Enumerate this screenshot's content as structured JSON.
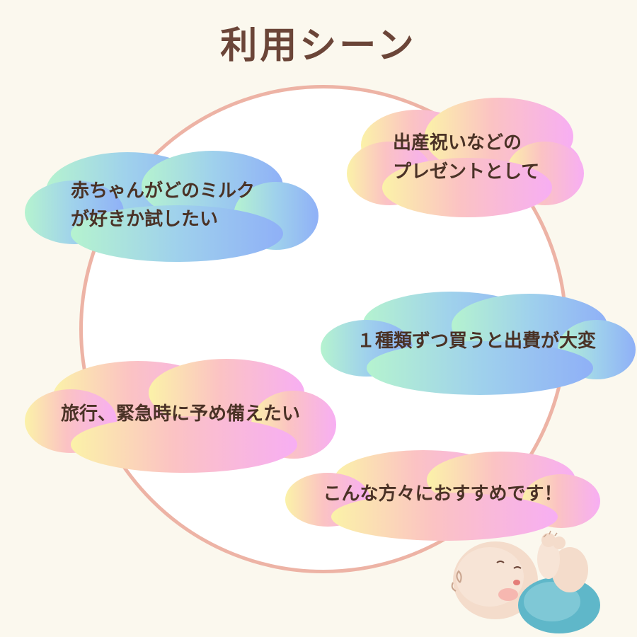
{
  "title": "利用シーン",
  "colors": {
    "background": "#fbf8ee",
    "ring": "#edb3a5",
    "title": "#6b4538",
    "text": "#4a3226"
  },
  "scenes": [
    {
      "lines": [
        "出産祝いなどの",
        "プレゼントとして"
      ],
      "gradient": "warm"
    },
    {
      "lines": [
        "赤ちゃんがどのミルク",
        "が好きか試したい"
      ],
      "gradient": "cool"
    },
    {
      "lines": [
        "１種類ずつ買うと出費が大変"
      ],
      "gradient": "cool"
    },
    {
      "lines": [
        "旅行、緊急時に予め備えたい"
      ],
      "gradient": "warm"
    },
    {
      "lines": [
        "こんな方々におすすめです！"
      ],
      "gradient": "warm"
    }
  ],
  "illustration": "baby-icon"
}
